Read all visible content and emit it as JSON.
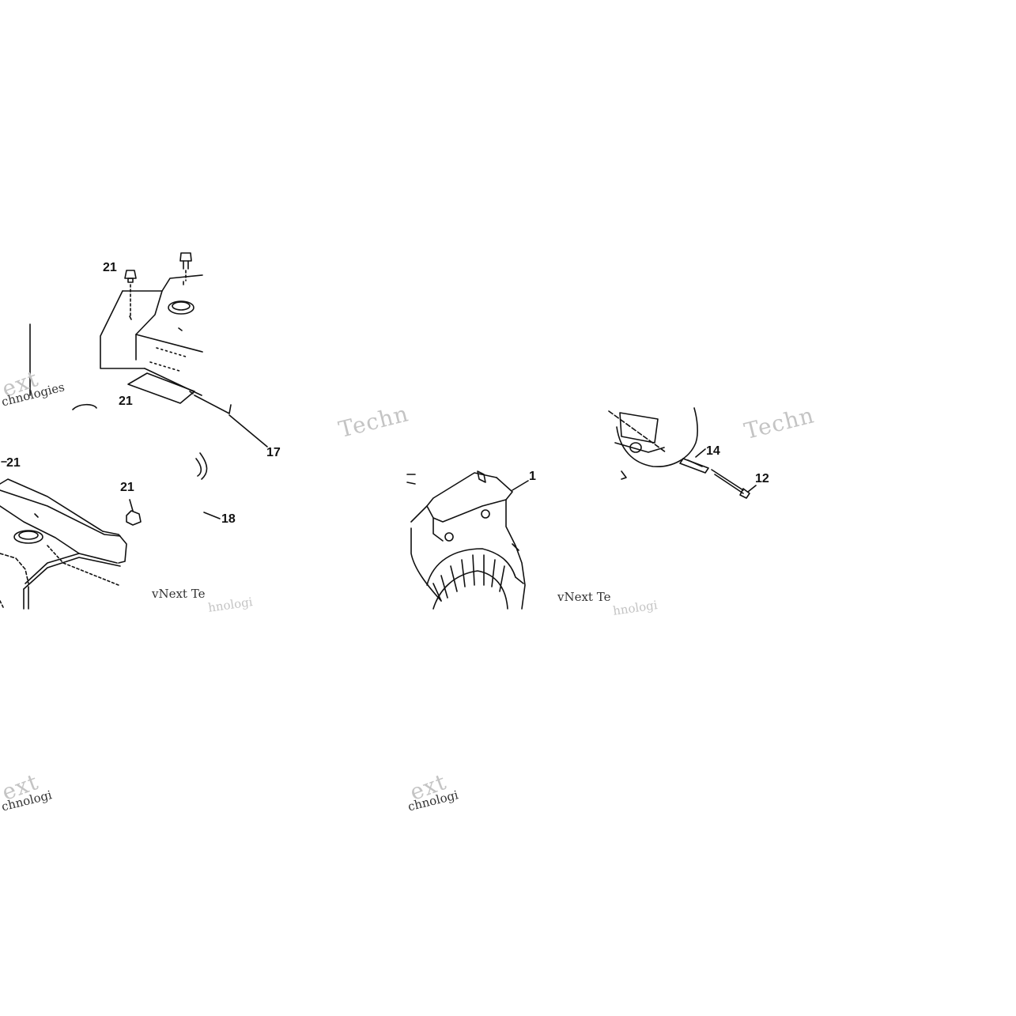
{
  "callouts": {
    "c21a": "21",
    "c21b": "21",
    "c21c": "21",
    "c21d": "21",
    "c17": "17",
    "c18": "18",
    "c1": "1",
    "c14": "14",
    "c12": "12"
  },
  "watermark_fragments": {
    "w1": "ext",
    "w2": "chnologies",
    "w3": "Techn",
    "w4": "Techn",
    "w5": "vNext Te",
    "w6": "vNext Te",
    "w7": "ext",
    "w8": "chnologi",
    "w9": "ext",
    "w10": "chnologi",
    "w11": "hnologi",
    "w12": "hnologi"
  },
  "colors": {
    "line": "#111111",
    "watermark": "#c4c4c4"
  }
}
